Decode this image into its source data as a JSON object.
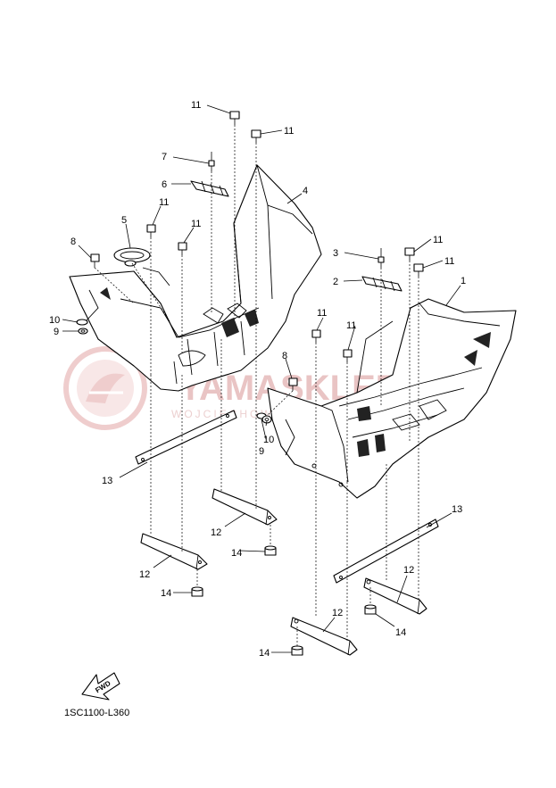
{
  "callouts": [
    "1",
    "2",
    "3",
    "4",
    "5",
    "6",
    "7",
    "8",
    "8",
    "9",
    "9",
    "10",
    "10",
    "11",
    "11",
    "11",
    "11",
    "11",
    "11",
    "11",
    "11",
    "12",
    "12",
    "12",
    "12",
    "13",
    "13",
    "14",
    "14",
    "14"
  ],
  "fwd_label": "FWD",
  "diagram_code": "1SC1100-L360",
  "watermark": {
    "text": "YAMASKLEP.PL",
    "subtext": "WOJCIECHOWICZ NARTOWSKA",
    "color": "#e9c4c4"
  }
}
